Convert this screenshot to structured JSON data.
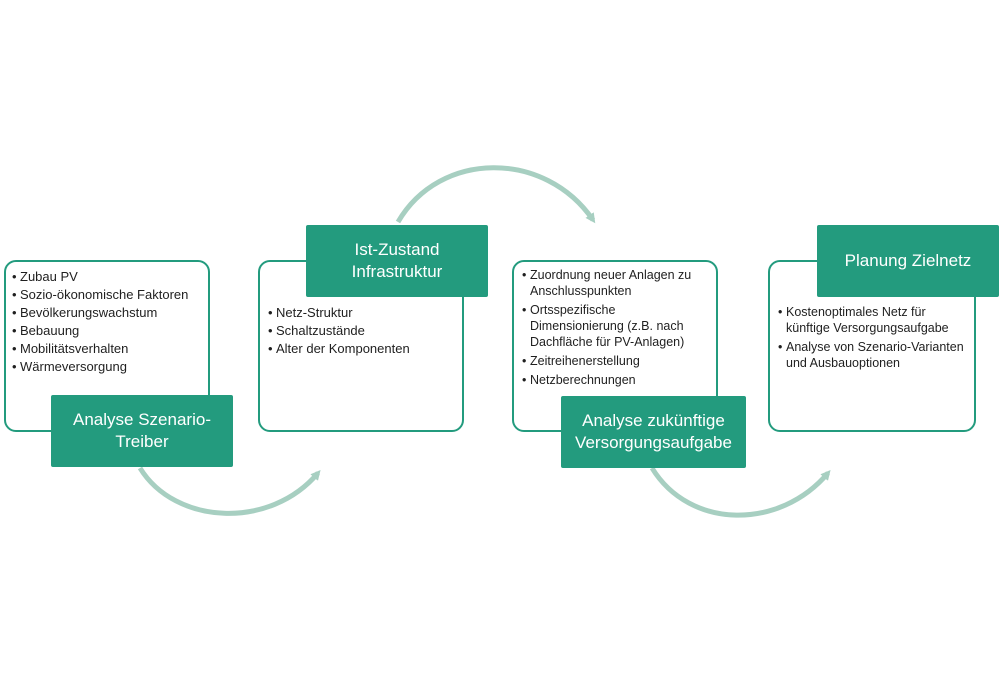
{
  "colors": {
    "accent": "#239b7e",
    "arrow": "#a7cfc1"
  },
  "steps": [
    {
      "title": "Analyse Szenario-\nTreiber",
      "items": [
        "Zubau PV",
        "Sozio-ökonomische Faktoren",
        "Bevölkerungswachstum",
        "Bebauung",
        "Mobilitätsverhalten",
        "Wärmeversorgung"
      ]
    },
    {
      "title": "Ist-Zustand\nInfrastruktur",
      "items": [
        "Netz-Struktur",
        "Schaltzustände",
        "Alter der Komponenten"
      ]
    },
    {
      "title": "Analyse zukünftige\nVersorgungsaufgabe",
      "items": [
        "Zuordnung neuer Anlagen zu Anschlusspunkten",
        "Ortsspezifische Dimensionierung (z.B. nach Dachfläche für PV-Anlagen)",
        "Zeitreihenerstellung",
        "Netzberechnungen"
      ]
    },
    {
      "title": "Planung Zielnetz",
      "items": [
        "Kostenoptimales Netz für künftige Versorgungsaufgabe",
        "Analyse von Szenario-Varianten und Ausbauoptionen"
      ]
    }
  ]
}
